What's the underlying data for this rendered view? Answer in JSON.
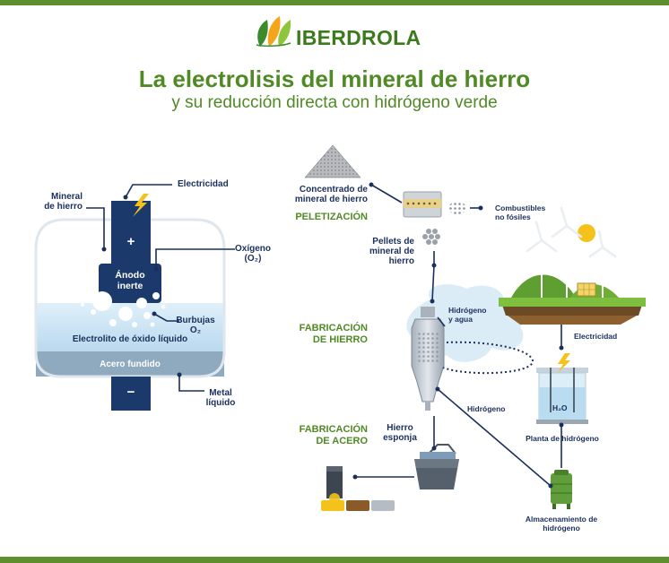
{
  "brand": {
    "name": "IBERDROLA"
  },
  "title": {
    "main": "La electrolisis del mineral de hierro",
    "sub": "y su reducción directa con hidrógeno verde"
  },
  "cell": {
    "electricidad": "Electricidad",
    "mineral": [
      "Mineral",
      "de hierro"
    ],
    "oxigeno": [
      "Oxígeno",
      "(O₂)"
    ],
    "anodo": [
      "Ánodo",
      "inerte"
    ],
    "plus": "+",
    "minus": "−",
    "burbujas": [
      "Burbujas",
      "O₂"
    ],
    "electrolito": "Electrolito de óxido líquido",
    "acero": "Acero fundido",
    "metal": [
      "Metal",
      "líquido"
    ]
  },
  "process": {
    "concentrado": [
      "Concentrado de",
      "mineral de hierro"
    ],
    "peletizacion": "PELETIZACIÓN",
    "combustibles": [
      "Combustibles",
      "no fósiles"
    ],
    "pellets": [
      "Pellets de",
      "mineral de",
      "hierro"
    ],
    "fab_hierro": [
      "FABRICACIÓN",
      "DE HIERRO"
    ],
    "hidrogeno_agua": [
      "Hidrógeno",
      "y agua"
    ],
    "hidrogeno": "Hidrógeno",
    "fab_acero": [
      "FABRICACIÓN",
      "DE ACERO"
    ],
    "hierro_esponja": [
      "Hierro",
      "esponja"
    ],
    "electricidad": "Electricidad",
    "h2o": "H₂O",
    "planta": "Planta de hidrógeno",
    "almacenamiento": [
      "Almacenamiento de",
      "hidrógeno"
    ]
  },
  "colors": {
    "brand_green": "#4f8a24",
    "navy": "#1b2f5c",
    "water_blue": "#d4ebf8",
    "steel_blue": "#9fb7c9",
    "accent_yellow": "#f4c21b"
  }
}
